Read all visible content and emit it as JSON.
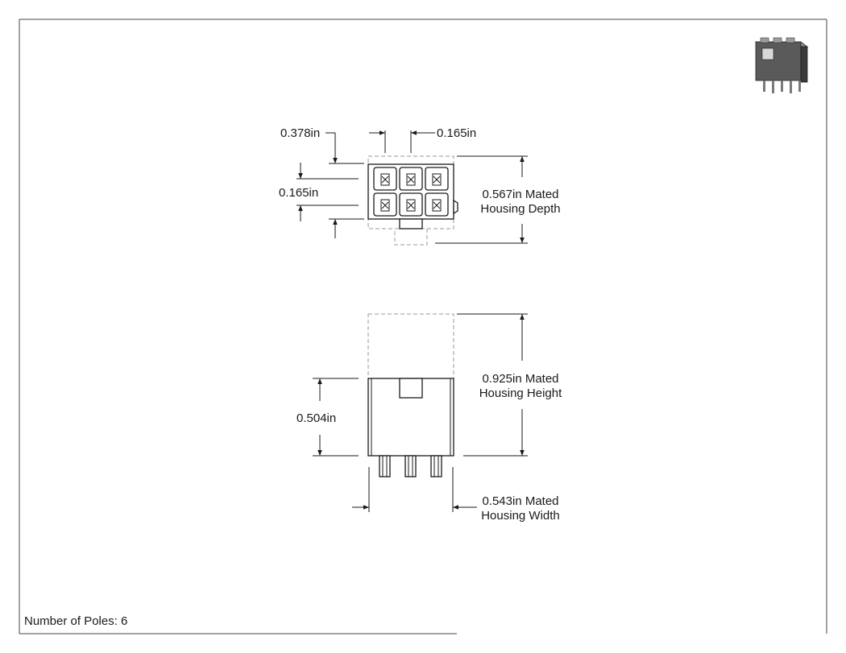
{
  "front_view": {
    "dim_pitch_h": "0.378in",
    "dim_pin_w": "0.165in",
    "dim_pitch_v": "0.165in",
    "depth_line1": "0.567in Mated",
    "depth_line2": "Housing Depth"
  },
  "side_view": {
    "height_line1": "0.925in Mated",
    "height_line2": "Housing Height",
    "body_height": "0.504in",
    "width_line1": "0.543in Mated",
    "width_line2": "Housing Width"
  },
  "footer": {
    "poles": "Number of Poles: 6"
  }
}
